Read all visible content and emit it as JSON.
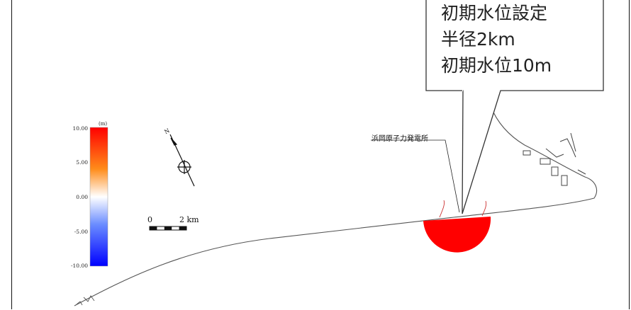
{
  "callout": {
    "lines": [
      "初期水位設定",
      "半径2km",
      "初期水位10m"
    ]
  },
  "legend": {
    "unit": "(m)",
    "ticks": [
      "10.00",
      "5.00",
      "0.00",
      "-5.00",
      "-10.00"
    ],
    "colors": {
      "max": "#ff0000",
      "upper": "#ff8c1a",
      "mid": "#ffffff",
      "lower": "#6a8cff",
      "min": "#0000ff"
    }
  },
  "north_arrow": {
    "label": "N"
  },
  "scale_bar": {
    "start_label": "0",
    "end_label": "2 km"
  },
  "plant": {
    "label": "浜岡原子力発電所"
  },
  "initial_wave": {
    "color": "#ff0000"
  }
}
